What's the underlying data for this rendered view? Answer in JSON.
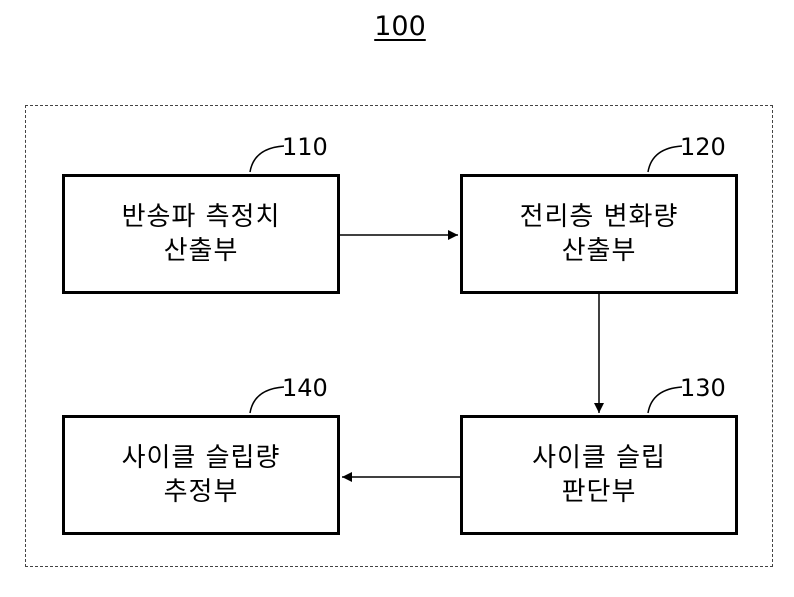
{
  "figure_number": "100",
  "blocks": {
    "b110": {
      "ref": "110",
      "line1": "반송파 측정치",
      "line2": "산출부"
    },
    "b120": {
      "ref": "120",
      "line1": "전리층 변화량",
      "line2": "산출부"
    },
    "b130": {
      "ref": "130",
      "line1": "사이클 슬립",
      "line2": "판단부"
    },
    "b140": {
      "ref": "140",
      "line1": "사이클 슬립량",
      "line2": "추정부"
    }
  },
  "connections": [
    {
      "from": "110",
      "to": "120"
    },
    {
      "from": "120",
      "to": "130"
    },
    {
      "from": "130",
      "to": "140"
    }
  ]
}
